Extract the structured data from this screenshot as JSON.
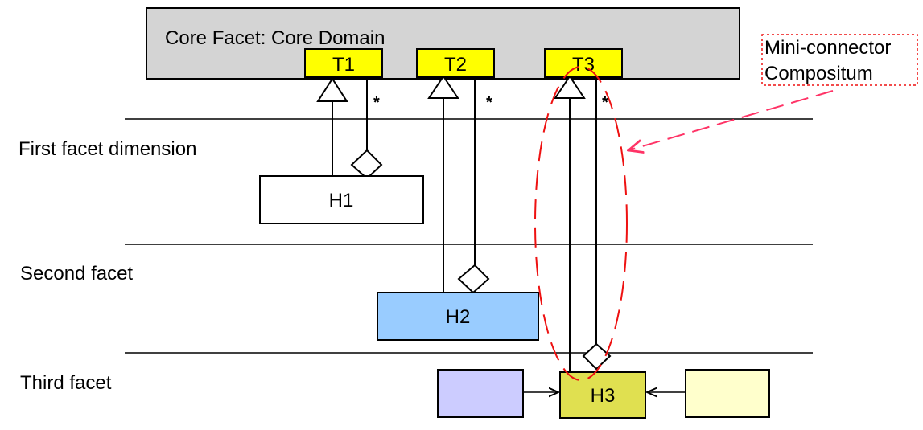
{
  "core": {
    "title": "Core Facet: Core Domain",
    "fill": "#d4d4d4"
  },
  "types": [
    {
      "id": "T1",
      "label": "T1",
      "fill": "#ffff00"
    },
    {
      "id": "T2",
      "label": "T2",
      "fill": "#ffff00"
    },
    {
      "id": "T3",
      "label": "T3",
      "fill": "#ffff00"
    }
  ],
  "multiplicity": "*",
  "facets": [
    {
      "label": "First facet dimension"
    },
    {
      "label": "Second facet"
    },
    {
      "label": "Third facet"
    }
  ],
  "hosts": [
    {
      "id": "H1",
      "label": "H1",
      "fill": "#ffffff"
    },
    {
      "id": "H2",
      "label": "H2",
      "fill": "#99ccff"
    },
    {
      "id": "H3",
      "label": "H3",
      "fill": "#e0e050"
    }
  ],
  "side_boxes": [
    {
      "name": "left-neighbor-box",
      "fill": "#ccccff"
    },
    {
      "name": "right-neighbor-box",
      "fill": "#ffffcc"
    }
  ],
  "callout": {
    "line1": "Mini-connector",
    "line2": "Compositum",
    "accent": "#ff3366"
  }
}
